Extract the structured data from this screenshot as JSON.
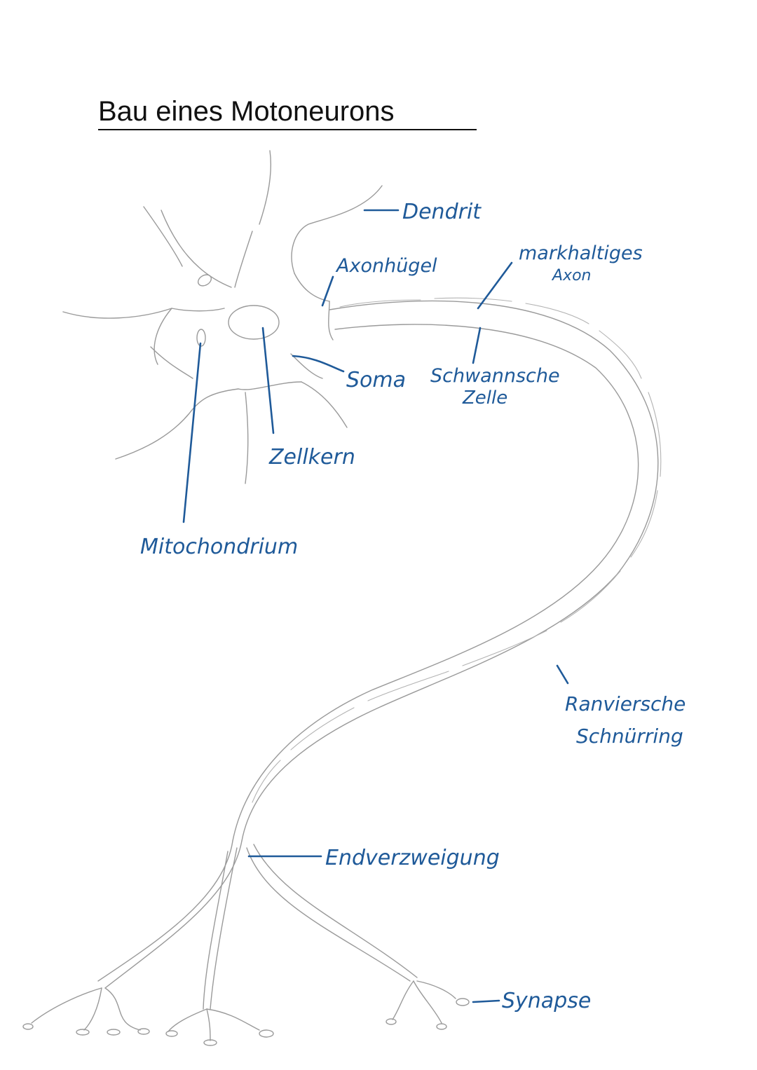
{
  "title": "Bau eines Motoneurons",
  "labels": {
    "dendrit": "Dendrit",
    "axonhuegel": "Axonhügel",
    "markhaltiges": "markhaltiges",
    "axon": "Axon",
    "soma": "Soma",
    "schwannsche": "Schwannsche",
    "zelle": "Zelle",
    "zellkern": "Zellkern",
    "mitochondrium": "Mitochondrium",
    "ranviersche": "Ranviersche",
    "schnuerring": "Schnürring",
    "endverzweigung": "Endverzweigung",
    "synapse": "Synapse"
  },
  "colors": {
    "annotation": "#1f5a99",
    "sketch": "#9a9a9a"
  }
}
